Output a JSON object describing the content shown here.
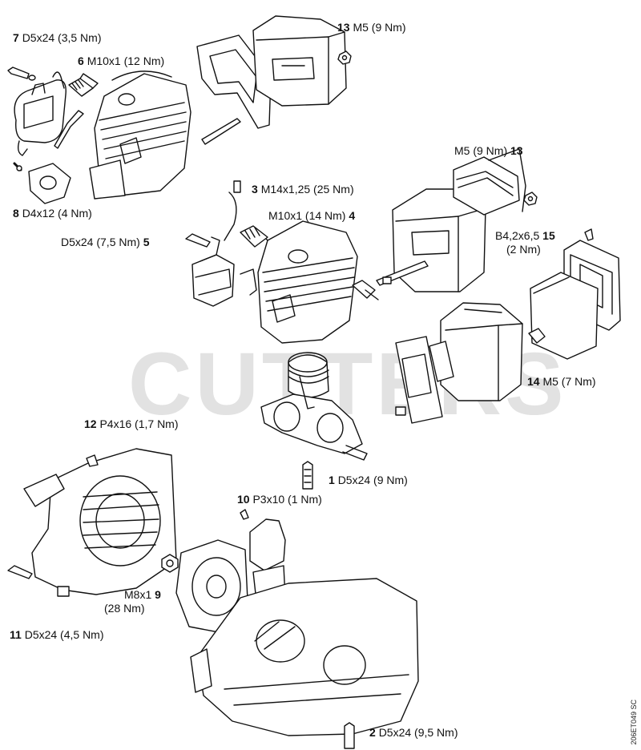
{
  "watermark": "CUTTERS",
  "doc_id": "206ET049 SC",
  "callouts": [
    {
      "num": "7",
      "spec": "D5x24 (3,5 Nm)"
    },
    {
      "num": "6",
      "spec": "M10x1 (12 Nm)"
    },
    {
      "num": "13",
      "spec": "M5 (9 Nm)"
    },
    {
      "num": "8",
      "spec": "D4x12 (4 Nm)"
    },
    {
      "num": "3",
      "spec": "M14x1,25 (25 Nm)"
    },
    {
      "num": "4",
      "spec": "M10x1 (14 Nm)"
    },
    {
      "num": "5",
      "spec": "D5x24 (7,5 Nm)"
    },
    {
      "num": "13b",
      "spec": "M5 (9 Nm)"
    },
    {
      "num": "15",
      "spec": "B4,2x6,5"
    },
    {
      "num": "15b",
      "spec": "(2 Nm)"
    },
    {
      "num": "14",
      "spec": "M5 (7 Nm)"
    },
    {
      "num": "1",
      "spec": "D5x24 (9 Nm)"
    },
    {
      "num": "12",
      "spec": "P4x16 (1,7 Nm)"
    },
    {
      "num": "10",
      "spec": "P3x10 (1 Nm)"
    },
    {
      "num": "9",
      "spec": "M8x1"
    },
    {
      "num": "9b",
      "spec": "(28 Nm)"
    },
    {
      "num": "11",
      "spec": "D5x24 (4,5 Nm)"
    },
    {
      "num": "2",
      "spec": "D5x24 (9,5 Nm)"
    }
  ],
  "numbers": {
    "n7": "7",
    "n6": "6",
    "n13": "13",
    "n8": "8",
    "n3": "3",
    "n4": "4",
    "n5": "5",
    "n13b": "13",
    "n15": "15",
    "n14": "14",
    "n1": "1",
    "n12": "12",
    "n10": "10",
    "n9": "9",
    "n11": "11",
    "n2": "2"
  }
}
